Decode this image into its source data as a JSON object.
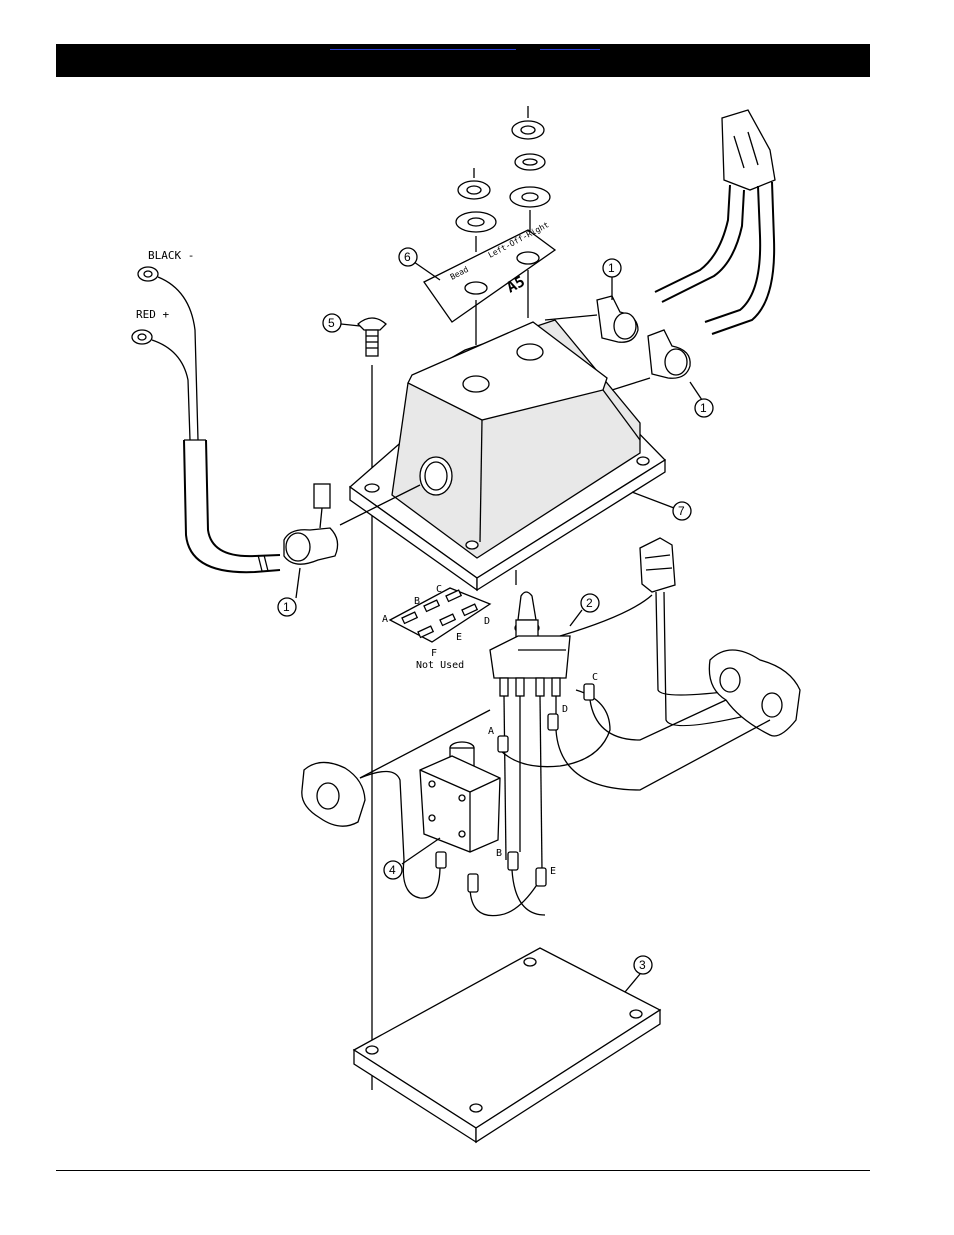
{
  "header": {
    "links": [
      "",
      ""
    ]
  },
  "wire_labels": {
    "black": "BLACK  -",
    "red": "RED +"
  },
  "plate_label": {
    "left": "Bead",
    "right": "Left-Off-Right",
    "logo": "A5"
  },
  "switch_terminals": {
    "A": "A",
    "B": "B",
    "C": "C",
    "D": "D",
    "E": "E",
    "F": "F",
    "not_used": "Not Used"
  },
  "wire_terminals": {
    "A": "A",
    "B": "B",
    "C": "C",
    "D": "D",
    "E": "E"
  },
  "callouts": [
    {
      "id": "c1a",
      "label": "1"
    },
    {
      "id": "c1b",
      "label": "1"
    },
    {
      "id": "c1c",
      "label": "1"
    },
    {
      "id": "c2",
      "label": "2"
    },
    {
      "id": "c3",
      "label": "3"
    },
    {
      "id": "c4",
      "label": "4"
    },
    {
      "id": "c5",
      "label": "5"
    },
    {
      "id": "c6",
      "label": "6"
    },
    {
      "id": "c7",
      "label": "7"
    }
  ]
}
